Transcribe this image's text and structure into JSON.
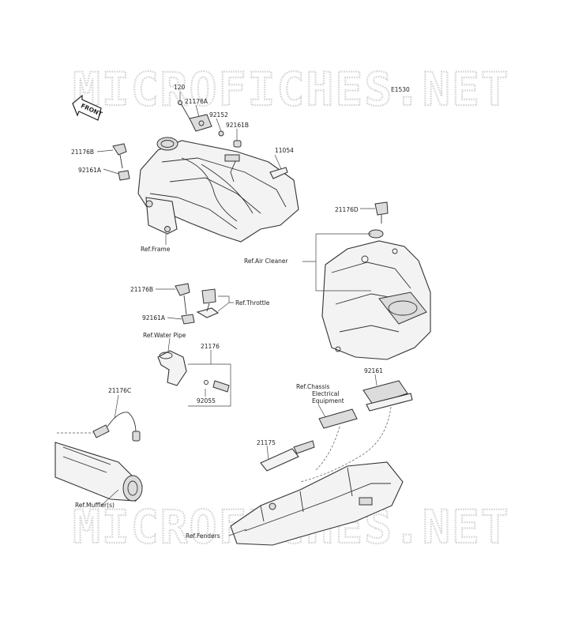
{
  "watermarks": [
    "MICROFICHES.NET",
    "MICROFICHES.NET"
  ],
  "diagram_code": "E1530",
  "front_arrow_label": "FRONT",
  "parts": [
    "120",
    "21176A",
    "92152",
    "92161B",
    "11054",
    "21176B",
    "92161A",
    "21176D",
    "21176B",
    "92161A",
    "21176",
    "92055",
    "21176C",
    "92161",
    "21175"
  ],
  "references": [
    "Ref.Frame",
    "Ref.Air Cleaner",
    "Ref.Throttle",
    "Ref.Water Pipe",
    "Ref.Chassis",
    "Electrical",
    "Equipment",
    "Ref.Muffler(s)",
    "Ref.Fenders"
  ]
}
